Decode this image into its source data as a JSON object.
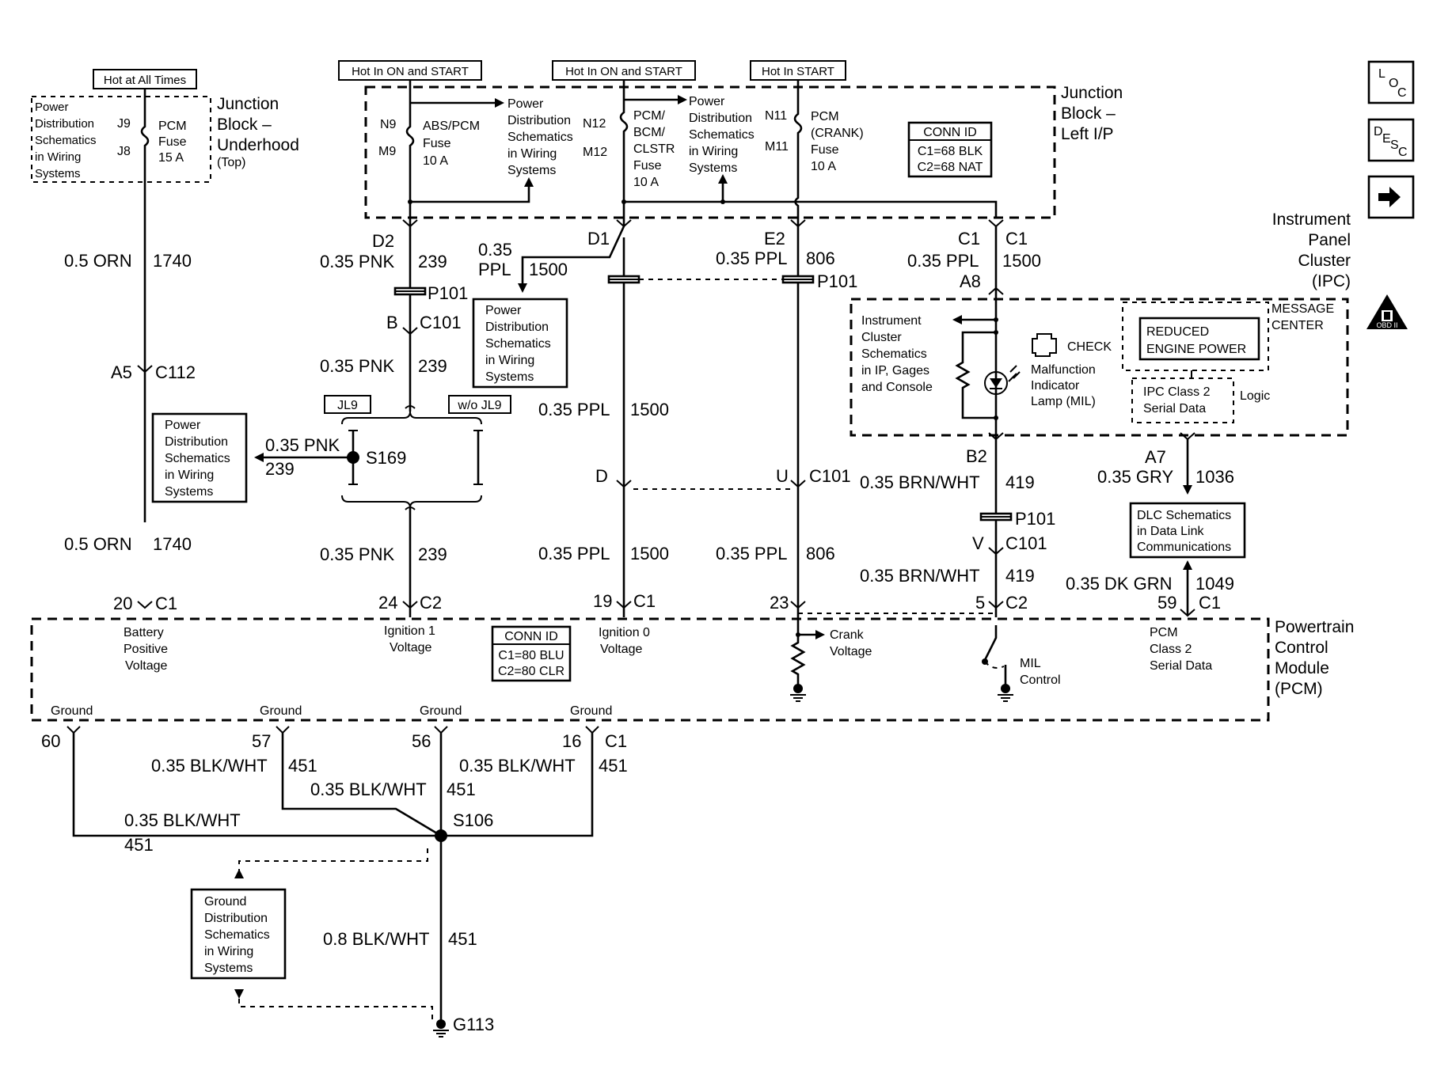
{
  "hot_labels": {
    "always": "Hot at All Times",
    "on_start_1": "Hot In ON and START",
    "on_start_2": "Hot In ON and START",
    "start": "Hot In START"
  },
  "junction_underhood": {
    "title": [
      "Junction",
      "Block –",
      "Underhood"
    ],
    "top": "(Top)",
    "pds": [
      "Power",
      "Distribution",
      "Schematics",
      "in Wiring",
      "Systems"
    ],
    "pins": [
      "J9",
      "J8"
    ],
    "fuse": [
      "PCM",
      "Fuse",
      "15 A"
    ]
  },
  "junction_ip": {
    "title": [
      "Junction",
      "Block –",
      "Left I/P"
    ],
    "fuse1": [
      "ABS/PCM",
      "Fuse",
      "10 A"
    ],
    "fuse1_pins": [
      "N9",
      "M9"
    ],
    "fuse2": [
      "PCM/",
      "BCM/",
      "CLSTR",
      "Fuse",
      "10 A"
    ],
    "fuse2_pins": [
      "N12",
      "M12"
    ],
    "fuse3": [
      "PCM",
      "(CRANK)",
      "Fuse",
      "10 A"
    ],
    "fuse3_pins": [
      "N11",
      "M11"
    ],
    "pds1": [
      "Power",
      "Distribution",
      "Schematics",
      "in Wiring",
      "Systems"
    ],
    "pds2": [
      "Power",
      "Distribution",
      "Schematics",
      "in Wiring",
      "Systems"
    ],
    "conn_id_title": "CONN ID",
    "conn_id": [
      "C1=68 BLK",
      "C2=68 NAT"
    ]
  },
  "ipc": {
    "title": [
      "Instrument",
      "Panel",
      "Cluster",
      "(IPC)"
    ],
    "ics": [
      "Instrument",
      "Cluster",
      "Schematics",
      "in IP, Gages",
      "and Console"
    ],
    "check": "CHECK",
    "mil": [
      "Malfunction",
      "Indicator",
      "Lamp (MIL)"
    ],
    "msg": [
      "REDUCED",
      "ENGINE POWER"
    ],
    "msg_center": [
      "MESSAGE",
      "CENTER"
    ],
    "class2": [
      "IPC Class 2",
      "Serial Data"
    ],
    "logic": "Logic"
  },
  "pcm": {
    "title": [
      "Powertrain",
      "Control",
      "Module",
      "(PCM)"
    ],
    "battery": [
      "Battery",
      "Positive",
      "Voltage"
    ],
    "ign1": [
      "Ignition 1",
      "Voltage"
    ],
    "ign0": [
      "Ignition 0",
      "Voltage"
    ],
    "crank": [
      "Crank",
      "Voltage"
    ],
    "mil": [
      "MIL",
      "Control"
    ],
    "serial": [
      "PCM",
      "Class 2",
      "Serial Data"
    ],
    "conn_id_title": "CONN ID",
    "conn_id": [
      "C1=80 BLU",
      "C2=80 CLR"
    ],
    "grounds": [
      "Ground",
      "Ground",
      "Ground",
      "Ground"
    ]
  },
  "wires": {
    "orn1": [
      "0.5 ORN",
      "1740"
    ],
    "orn2": [
      "0.5 ORN",
      "1740"
    ],
    "pnk1": [
      "0.35 PNK",
      "239"
    ],
    "pnk2": [
      "0.35 PNK",
      "239"
    ],
    "pnk3": [
      "0.35 PNK",
      "239"
    ],
    "pnk_branch": [
      "0.35 PNK",
      "239"
    ],
    "ppl_branch": [
      "0.35",
      "PPL",
      "1500"
    ],
    "ppl1": [
      "0.35 PPL",
      "1500"
    ],
    "ppl2": [
      "0.35 PPL",
      "1500"
    ],
    "ppl806a": [
      "0.35 PPL",
      "806"
    ],
    "ppl806b": [
      "0.35 PPL",
      "806"
    ],
    "ppl1500c": [
      "0.35 PPL",
      "1500"
    ],
    "brn1": [
      "0.35 BRN/WHT",
      "419"
    ],
    "brn2": [
      "0.35 BRN/WHT",
      "419"
    ],
    "gry": [
      "0.35 GRY",
      "1036"
    ],
    "dkgrn": [
      "0.35 DK GRN",
      "1049"
    ],
    "gnd57": [
      "0.35 BLK/WHT",
      "451"
    ],
    "gnd16": [
      "0.35 BLK/WHT",
      "451"
    ],
    "gnd56": [
      "0.35 BLK/WHT",
      "451"
    ],
    "gnd60": [
      "0.35 BLK/WHT",
      "451"
    ],
    "gnd_main": [
      "0.8 BLK/WHT",
      "451"
    ]
  },
  "connectors": {
    "a5": "A5",
    "c112": "C112",
    "d2": "D2",
    "d1": "D1",
    "e2": "E2",
    "c1a": "C1",
    "c1b": "C1",
    "a8": "A8",
    "p101a": "P101",
    "p101b": "P101",
    "p101c": "P101",
    "b": "B",
    "c101a": "C101",
    "d": "D",
    "u": "U",
    "c101b": "C101",
    "b2": "B2",
    "v": "V",
    "c101c": "C101",
    "a7": "A7",
    "pcm_pins": [
      "20",
      "C1",
      "24",
      "C2",
      "19",
      "C1",
      "23",
      "5",
      "C2",
      "59",
      "C1"
    ],
    "gnd_pins": [
      "60",
      "57",
      "56",
      "16",
      "C1"
    ]
  },
  "splices": {
    "s169": "S169",
    "jl9": "JL9",
    "wo_jl9": "w/o JL9",
    "s106": "S106",
    "g113": "G113"
  },
  "pds_s169": [
    "Power",
    "Distribution",
    "Schematics",
    "in Wiring",
    "Systems"
  ],
  "pds_ppl": [
    "Power",
    "Distribution",
    "Schematics",
    "in Wiring",
    "Systems"
  ],
  "dlc": [
    "DLC Schematics",
    "in Data Link",
    "Communications"
  ],
  "gds": [
    "Ground",
    "Distribution",
    "Schematics",
    "in Wiring",
    "Systems"
  ],
  "side_icons": {
    "loc": [
      "L",
      "O",
      "C"
    ],
    "desc": [
      "D",
      "E",
      "S",
      "C"
    ],
    "obd": "OBD II"
  }
}
